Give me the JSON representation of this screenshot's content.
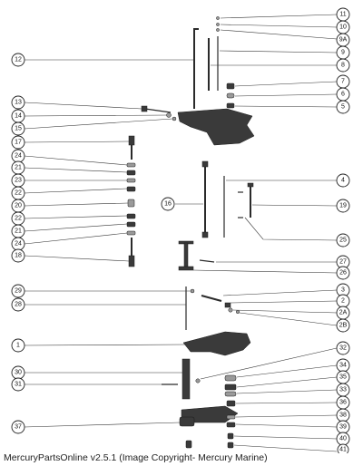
{
  "caption": "MercuryPartsOnline v2.5.1 (Image Copyright- Mercury Marine)",
  "callouts": {
    "c11": "11",
    "c10": "10",
    "c9a": "9A",
    "c9": "9",
    "c8": "8",
    "c12": "12",
    "c7": "7",
    "c6": "6",
    "c5": "5",
    "c13": "13",
    "c14": "14",
    "c15": "15",
    "c17": "17",
    "c24a": "24",
    "c21a": "21",
    "c23": "23",
    "c22a": "22",
    "c20": "20",
    "c22b": "22",
    "c21b": "21",
    "c24b": "24",
    "c18": "18",
    "c4": "4",
    "c16": "16",
    "c19": "19",
    "c25": "25",
    "c27": "27",
    "c26": "26",
    "c29": "29",
    "c28": "28",
    "c3": "3",
    "c2": "2",
    "c2a": "2A",
    "c2b": "2B",
    "c1": "1",
    "c32": "32",
    "c34": "34",
    "c35": "35",
    "c30": "30",
    "c31": "31",
    "c33": "33",
    "c36": "36",
    "c37": "37",
    "c38": "38",
    "c39": "39",
    "c40": "40",
    "c41": "41"
  }
}
